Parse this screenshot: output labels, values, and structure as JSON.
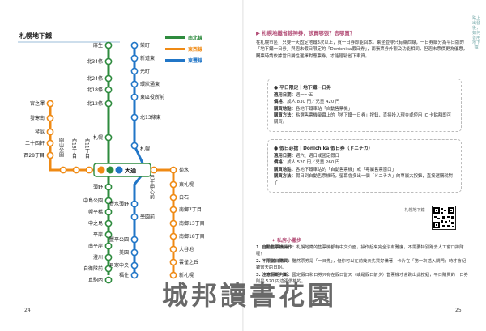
{
  "map": {
    "title": "札幌地下鐵",
    "center_station": "大通",
    "legend": [
      {
        "name": "南北線",
        "color": "#2e8b3e"
      },
      {
        "name": "東西線",
        "color": "#ef8a14"
      },
      {
        "name": "東豐線",
        "color": "#2176c7"
      }
    ],
    "namboku_north": [
      "麻生",
      "北34條",
      "北24條",
      "北18條",
      "北12條",
      "札幌"
    ],
    "namboku_south": [
      "中島公園",
      "幌平橋",
      "中之島",
      "平岸",
      "南平岸",
      "澄川",
      "自衛隊前",
      "真駒內"
    ],
    "namboku_near": "薄野",
    "tozai_west": [
      "宮之澤",
      "發寒南",
      "琴似",
      "二十四軒",
      "西28丁目"
    ],
    "tozai_vertical": [
      "圓山公園",
      "西18丁目",
      "西11丁目"
    ],
    "tozai_east": [
      "巴士中心前",
      "菊水",
      "東札幌",
      "白石",
      "南鄉7丁目",
      "南鄉13丁目",
      "南鄉18丁目",
      "大谷地",
      "雲雀之丘",
      "新札幌"
    ],
    "toho_north": [
      "榮町",
      "新道東",
      "元町",
      "環狀通東",
      "東區役所前",
      "北13條東"
    ],
    "toho_mid": "札幌",
    "toho_south": [
      "豐水薄野",
      "學園前",
      "豐平公園",
      "美園",
      "月寒中央",
      "福住"
    ]
  },
  "right": {
    "question": "札幌地鐵省錢神券，該買哪張？去哪買？",
    "intro": "在札幌市區，只要一天固定地鐵3次以上，買一日券即能回本。乘坐並非只有東西線，一日券細分為平日版的「地下鐵一日券」與週末假日限定的「Donichika假日券」，兩張票券外觀及功能相同，但週末票價更為優惠，購票時請依據當日屬性選擇對應票券，才能輕鬆省下車資。",
    "ticket1": {
      "header": "平日限定｜地下鐵一日券",
      "lines": [
        {
          "k": "適用日期：",
          "v": "週一～五"
        },
        {
          "k": "價格：",
          "v": "成人 830 円／兒童 420 円"
        },
        {
          "k": "購買地點：",
          "v": "各地下鐵車站「自動售票機」"
        },
        {
          "k": "購買方法：",
          "v": "點選售票機螢幕上的「地下鐵一日券」按鈕，直接投入現金或使用 IC 卡餘額即可購買。"
        }
      ]
    },
    "ticket2": {
      "header": "假日必搶｜Donichika 假日券（ドニチカ）",
      "lines": [
        {
          "k": "適用日期：",
          "v": "週六、週日或國定假日"
        },
        {
          "k": "價格：",
          "v": "成人 520 円／兒童 260 円"
        },
        {
          "k": "購買地點：",
          "v": "各地下鐵車站的「自動售票機」或「專屬售票窗口」"
        },
        {
          "k": "購買方法：",
          "v": "假日到自動售票機時，螢幕會多出一個「ドニチカ」的專屬大按鈕，直接選購就對了！"
        }
      ]
    },
    "qr_note": "札幌地下鐵",
    "tips_title": "私房小撇步",
    "tips": [
      {
        "n": "1.",
        "k": "自動售票機操作：",
        "v": "札幌地鐵的售票機都有中文介面，操作起來完全沒有難度，不需要特別跑去人工窗口排隊喔！"
      },
      {
        "n": "2.",
        "k": "不限當日購買：",
        "v": "雖然票券是「一日券」，但你可以在前幾天先買好備著，卡片在「第一次插入閘門」時才會紀錄當天的日期。"
      },
      {
        "n": "3.",
        "k": "注意假期判斷：",
        "v": "國定假日和日券只有在假日當天（或是假日前夕）售票機才會跳出此按鈕，平日購買的一日券則是 520 円這張價格的。"
      }
    ],
    "side_text": "路上出發後，如何善用地下鐵",
    "watermark": "城邦讀書花園"
  },
  "pages": {
    "left": "24",
    "right": "25"
  }
}
